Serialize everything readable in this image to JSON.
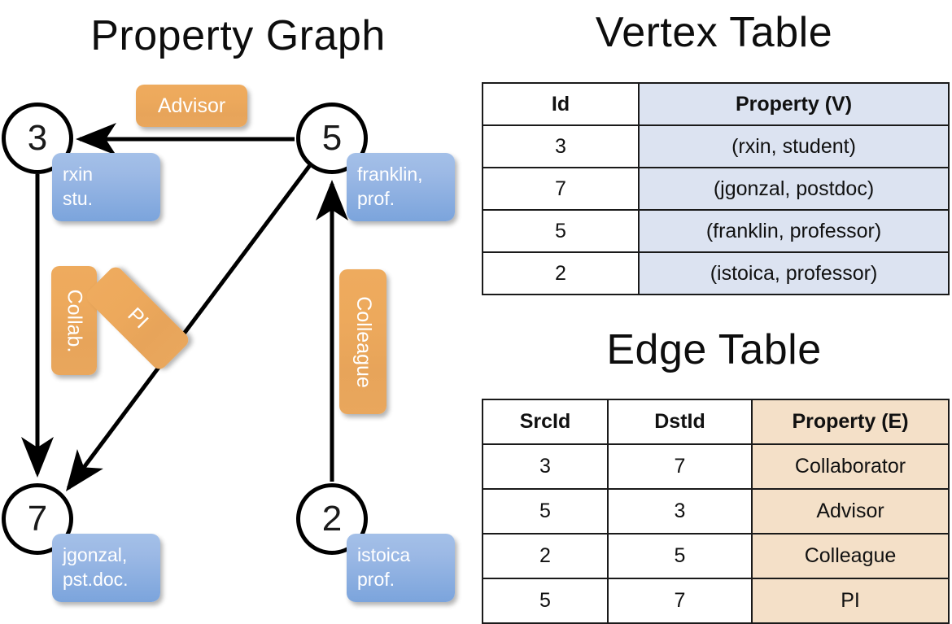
{
  "titles": {
    "property_graph": "Property Graph",
    "vertex_table": "Vertex Table",
    "edge_table": "Edge Table"
  },
  "graph": {
    "vertices": [
      {
        "id": "3",
        "property": "rxin\nstu.",
        "name_line": "rxin",
        "role_line": "stu."
      },
      {
        "id": "5",
        "property": "franklin,\nprof.",
        "name_line": "franklin,",
        "role_line": "prof."
      },
      {
        "id": "7",
        "property": "jgonzal,\npst.doc.",
        "name_line": "jgonzal,",
        "role_line": "pst.doc."
      },
      {
        "id": "2",
        "property": "istoica\nprof.",
        "name_line": "istoica",
        "role_line": "prof."
      }
    ],
    "edge_labels": {
      "advisor": "Advisor",
      "collab": "Collab.",
      "pi": "PI",
      "colleague": "Colleague"
    },
    "edges": [
      {
        "from": "5",
        "to": "3",
        "label": "Advisor"
      },
      {
        "from": "3",
        "to": "7",
        "label": "Collab."
      },
      {
        "from": "5",
        "to": "7",
        "label": "PI"
      },
      {
        "from": "2",
        "to": "5",
        "label": "Colleague"
      }
    ]
  },
  "vertex_table": {
    "headers": [
      "Id",
      "Property (V)"
    ],
    "rows": [
      {
        "id": "3",
        "property": "(rxin, student)"
      },
      {
        "id": "7",
        "property": "(jgonzal, postdoc)"
      },
      {
        "id": "5",
        "property": "(franklin, professor)"
      },
      {
        "id": "2",
        "property": "(istoica, professor)"
      }
    ]
  },
  "edge_table": {
    "headers": [
      "SrcId",
      "DstId",
      "Property (E)"
    ],
    "rows": [
      {
        "src": "3",
        "dst": "7",
        "property": "Collaborator"
      },
      {
        "src": "5",
        "dst": "3",
        "property": "Advisor"
      },
      {
        "src": "2",
        "dst": "5",
        "property": "Colleague"
      },
      {
        "src": "5",
        "dst": "7",
        "property": "PI"
      }
    ]
  },
  "colors": {
    "vertex_property_box": "#9cb9e5",
    "edge_label_box": "#eda95c",
    "vertex_table_property_fill": "#dce3f1",
    "edge_table_property_fill": "#f4e0c8",
    "stroke": "#000000",
    "background": "#ffffff"
  }
}
